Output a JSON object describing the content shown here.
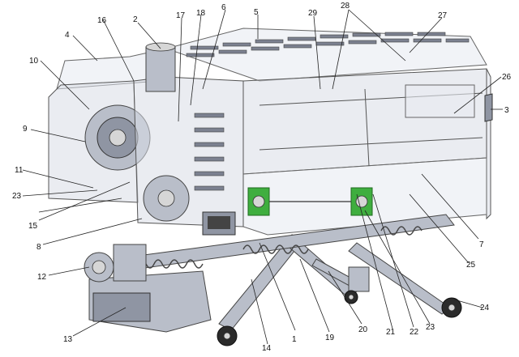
{
  "callouts": [
    {
      "id": "c1",
      "text": "1"
    },
    {
      "id": "c2",
      "text": "2"
    },
    {
      "id": "c3",
      "text": "3"
    },
    {
      "id": "c4",
      "text": "4"
    },
    {
      "id": "c5",
      "text": "5"
    },
    {
      "id": "c6",
      "text": "6"
    },
    {
      "id": "c7",
      "text": "7"
    },
    {
      "id": "c8",
      "text": "8"
    },
    {
      "id": "c9",
      "text": "9"
    },
    {
      "id": "c10",
      "text": "10"
    },
    {
      "id": "c11",
      "text": "11"
    },
    {
      "id": "c12",
      "text": "12"
    },
    {
      "id": "c13",
      "text": "13"
    },
    {
      "id": "c14",
      "text": "14"
    },
    {
      "id": "c15",
      "text": "15"
    },
    {
      "id": "c16",
      "text": "16"
    },
    {
      "id": "c17",
      "text": "17"
    },
    {
      "id": "c18",
      "text": "18"
    },
    {
      "id": "c19",
      "text": "19"
    },
    {
      "id": "c20",
      "text": "20"
    },
    {
      "id": "c21",
      "text": "21"
    },
    {
      "id": "c22",
      "text": "22"
    },
    {
      "id": "c23a",
      "text": "23"
    },
    {
      "id": "c23b",
      "text": "23"
    },
    {
      "id": "c24",
      "text": "24"
    },
    {
      "id": "c25",
      "text": "25"
    },
    {
      "id": "c26",
      "text": "26"
    },
    {
      "id": "c27",
      "text": "27"
    },
    {
      "id": "c28",
      "text": "28"
    },
    {
      "id": "c29",
      "text": "29"
    }
  ]
}
